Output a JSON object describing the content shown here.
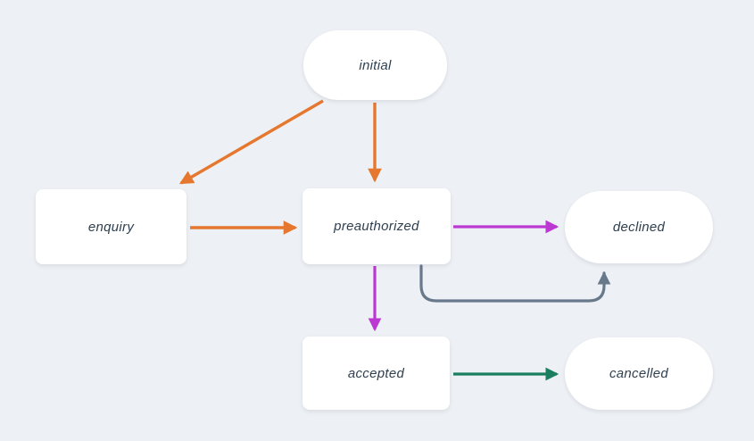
{
  "diagram": {
    "type": "state-diagram",
    "colors": {
      "background": "#edf0f4",
      "node_fill": "#ffffff",
      "label_text": "#2e3f50",
      "orange": "#e5772e",
      "magenta": "#bc38d3",
      "teal": "#1b7f5f",
      "slate": "#68798c"
    },
    "nodes": [
      {
        "id": "initial",
        "label": "initial",
        "shape": "stadium"
      },
      {
        "id": "enquiry",
        "label": "enquiry",
        "shape": "rect"
      },
      {
        "id": "preauthorized",
        "label": "preauthorized",
        "shape": "rect"
      },
      {
        "id": "declined",
        "label": "declined",
        "shape": "stadium"
      },
      {
        "id": "accepted",
        "label": "accepted",
        "shape": "rect"
      },
      {
        "id": "cancelled",
        "label": "cancelled",
        "shape": "stadium"
      }
    ],
    "edges": [
      {
        "from": "initial",
        "to": "enquiry",
        "color": "#e5772e",
        "style": "straight-diagonal"
      },
      {
        "from": "initial",
        "to": "preauthorized",
        "color": "#e5772e",
        "style": "straight-vertical"
      },
      {
        "from": "enquiry",
        "to": "preauthorized",
        "color": "#e5772e",
        "style": "straight-horizontal"
      },
      {
        "from": "preauthorized",
        "to": "declined",
        "color": "#bc38d3",
        "style": "straight-horizontal"
      },
      {
        "from": "preauthorized",
        "to": "accepted",
        "color": "#bc38d3",
        "style": "straight-vertical"
      },
      {
        "from": "preauthorized",
        "to": "declined",
        "color": "#68798c",
        "style": "curved-under"
      },
      {
        "from": "accepted",
        "to": "cancelled",
        "color": "#1b7f5f",
        "style": "straight-horizontal"
      }
    ]
  }
}
